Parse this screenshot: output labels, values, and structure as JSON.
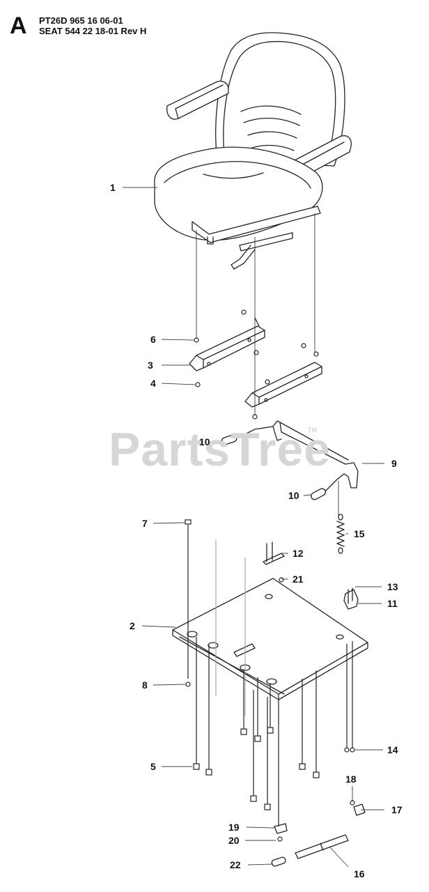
{
  "header": {
    "letter": "A",
    "line1": "PT26D 965 16 06-01",
    "line2": "SEAT 544 22 18-01 Rev H"
  },
  "watermark": {
    "text": "PartsTree",
    "tm": "TM"
  },
  "callouts": {
    "c1": "1",
    "c2": "2",
    "c3": "3",
    "c4": "4",
    "c5": "5",
    "c6": "6",
    "c7": "7",
    "c8": "8",
    "c9": "9",
    "c10a": "10",
    "c10b": "10",
    "c11": "11",
    "c12": "12",
    "c13": "13",
    "c14": "14",
    "c15": "15",
    "c16": "16",
    "c17": "17",
    "c18": "18",
    "c19": "19",
    "c20": "20",
    "c21": "21",
    "c22": "22"
  }
}
